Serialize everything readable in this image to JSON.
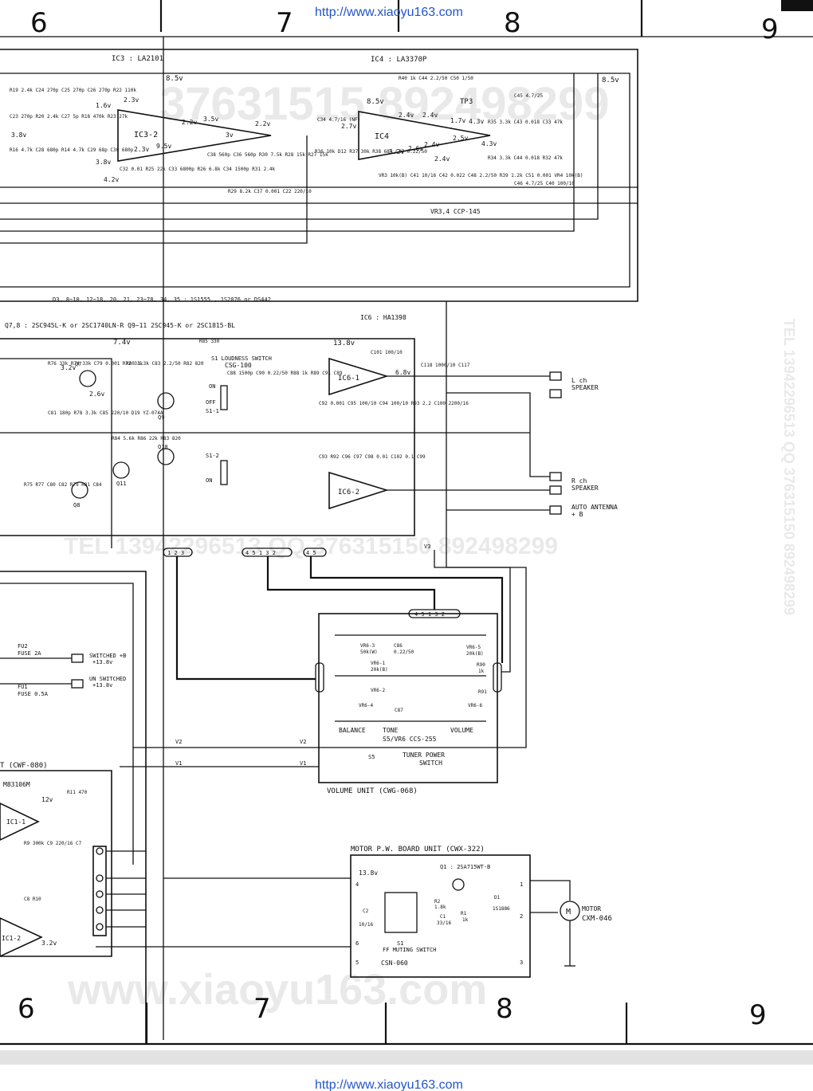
{
  "url": "http://www.xiaoyu163.com",
  "grid": {
    "top": [
      "6",
      "7",
      "8",
      "9"
    ],
    "bottom": [
      "6",
      "7",
      "8",
      "9"
    ]
  },
  "watermarks": {
    "phone_top": "37631515  892498299",
    "phone_mid": "TEL  13942296513   QQ  376315150  892498299",
    "site": "www.xiaoyu163.com",
    "vertical": "TEL 13942296513 QQ 376315150 892498299"
  },
  "ic3": {
    "title": "IC3 : LA2101",
    "name": "IC3-2"
  },
  "ic4": {
    "title": "IC4 : LA3370P",
    "name": "IC4",
    "tp": "TP3"
  },
  "ic6": {
    "title": "IC6 : HA1398",
    "a": "IC6-1",
    "b": "IC6-2"
  },
  "vr_note": "VR3,4 CCP-145",
  "diode_note": "D3, 8~10, 12~18, 20, 21, 23~78, 34, 35 : 1S1555 , 1S2076 or DS442",
  "transistor_note": "Q7,8 : 2SC945L-K or 2SC1740LN-R   Q9~11 2SC945-K or 2SC1815-BL",
  "loudness": {
    "title": "S1 LOUDNESS SWITCH",
    "part": "CSG-100",
    "on": "ON",
    "off": "OFF",
    "s11": "S1-1",
    "s12": "S1-2"
  },
  "voltages": {
    "v85a": "8.5v",
    "v85b": "8.5v",
    "v85c": "8.5v",
    "v74": "7.4v",
    "v138a": "13.8v",
    "v138b": "13.8v",
    "v68": "6.8v",
    "v32": "3.2v",
    "v26": "2.6v",
    "v12": "12v",
    "v32b": "3.2v"
  },
  "speakers": {
    "lch": "L ch",
    "rch": "R ch",
    "spk": "SPEAKER",
    "ant": "AUTO ANTENNA",
    "antb": "+ B"
  },
  "fuses": {
    "fu2": "FU2",
    "fu2v": "FUSE 2A",
    "sw": "SWITCHED +B",
    "swv": "+13.8v",
    "fu1": "FU1",
    "fu1v": "FUSE 0.5A",
    "unsw": "UN SWITCHED",
    "unswv": "+13.8v"
  },
  "volume_unit": {
    "title": "VOLUME UNIT (CWG-068)",
    "s5": "S5/VR6 CCS-255",
    "balance": "BALANCE",
    "tone": "TONE",
    "volume": "VOLUME",
    "tuner": "TUNER POWER",
    "switch": "SWITCH",
    "s5label": "S5",
    "parts": [
      "VR6-3",
      "50k(W)",
      "C86",
      "0.22/50",
      "VR6-5",
      "20k(B)",
      "VR6-1",
      "20k(B)",
      "R90",
      "1k",
      "VR6-2",
      "VR6-4",
      "C87",
      "VR6-6",
      "R91"
    ]
  },
  "lower_left": {
    "title": "T (CWF-080)",
    "chip": "M83106M",
    "ic1": "IC1-1",
    "ic2": "IC1-2",
    "r11": "R11",
    "r11v": "470",
    "r9": "R9",
    "r9v": "300k",
    "c9": "C9",
    "c9v": "220/16",
    "c7": "C7",
    "c8": "C8",
    "r10": "R10"
  },
  "motor_unit": {
    "title": "MOTOR P.W. BOARD UNIT (CWX-322)",
    "q1": "Q1 : 2SA715WT-B",
    "motor": "MOTOR",
    "motor_part": "CXM-046",
    "s1": "S1",
    "ff": "FF MUTING SWITCH",
    "csn": "CSN-060",
    "v": "13.8v",
    "d1": "D1",
    "d1v": "1S1886",
    "c2": "C2",
    "c2v": "10/16",
    "r2": "R2",
    "r2v": "1.8k",
    "c1": "C1",
    "c1v": "33/16",
    "r1": "R1",
    "r1v": "1k"
  }
}
